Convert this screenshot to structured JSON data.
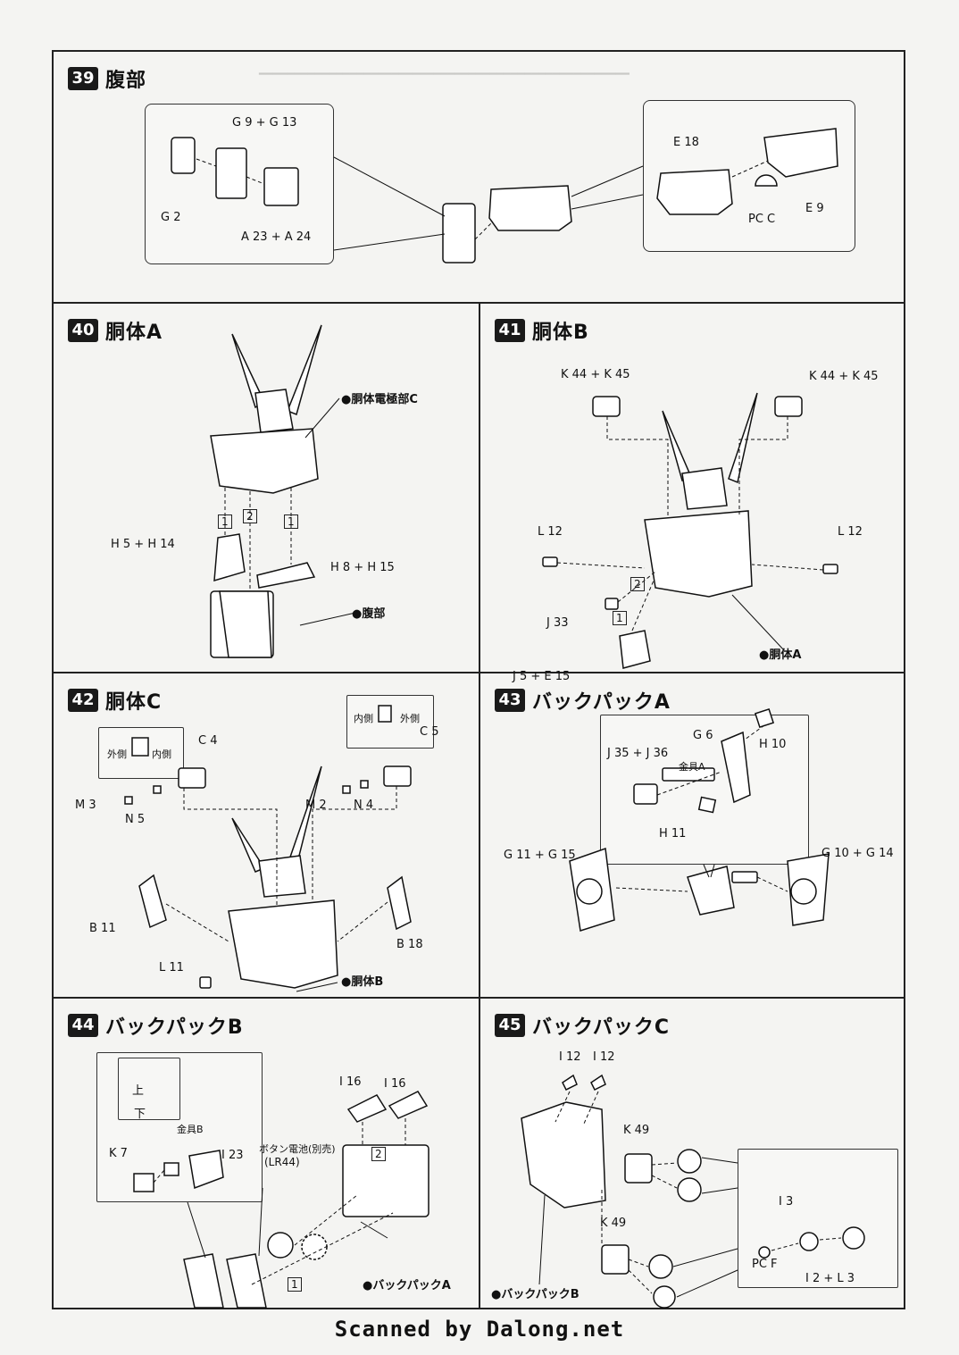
{
  "steps": [
    {
      "num": "39",
      "title": "腹部"
    },
    {
      "num": "40",
      "title": "胴体A"
    },
    {
      "num": "41",
      "title": "胴体B"
    },
    {
      "num": "42",
      "title": "胴体C"
    },
    {
      "num": "43",
      "title": "バックパックA"
    },
    {
      "num": "44",
      "title": "バックパックB"
    },
    {
      "num": "45",
      "title": "バックパックC"
    }
  ],
  "s39": {
    "g9g13": "G 9 + G 13",
    "g2": "G 2",
    "a23a24": "A 23 + A 24",
    "e18": "E 18",
    "pcc": "PC C",
    "e9": "E 9"
  },
  "s40": {
    "electrode": "●胴体電極部C",
    "h5h14": "H 5 + H 14",
    "h8h15": "H 8 + H 15",
    "abdomen": "●腹部",
    "order1": "1",
    "order2": "2",
    "order3": "1"
  },
  "s41": {
    "k_left": "K 44 + K 45",
    "k_right": "K 44 + K 45",
    "l12_left": "L 12",
    "l12_right": "L 12",
    "j33": "J 33",
    "j5e15": "J 5 + E 15",
    "torso_a": "●胴体A",
    "order1": "2",
    "order2": "1"
  },
  "s42": {
    "outer_l": "外側",
    "inner_l": "内側",
    "inner_r": "内側",
    "outer_r": "外側",
    "c4": "C 4",
    "c5": "C 5",
    "m3": "M 3",
    "n5": "N 5",
    "m2": "M 2",
    "n4": "N 4",
    "b11": "B 11",
    "b18": "B 18",
    "l11": "L 11",
    "torso_b": "●胴体B"
  },
  "s43": {
    "g6": "G 6",
    "j35j36": "J 35 + J 36",
    "metal_a": "金具A",
    "h10": "H 10",
    "h11": "H 11",
    "g11g15": "G 11 + G 15",
    "g10g14": "G 10 + G 14"
  },
  "s44": {
    "up": "上",
    "down": "下",
    "metal_b": "金具B",
    "k7": "K 7",
    "i23": "I 23",
    "i16a": "I 16",
    "i16b": "I 16",
    "battery": "ボタン電池(別売)",
    "battery_model": "(LR44)",
    "backpack_a": "●バックパックA",
    "order1": "2",
    "order2": "1"
  },
  "s45": {
    "i12a": "I 12",
    "i12b": "I 12",
    "k49a": "K 49",
    "k49b": "K 49",
    "i3": "I 3",
    "pcf": "PC F",
    "i2l3": "I 2 + L 3",
    "backpack_b": "●バックパックB"
  },
  "footer": "Scanned by Dalong.net"
}
